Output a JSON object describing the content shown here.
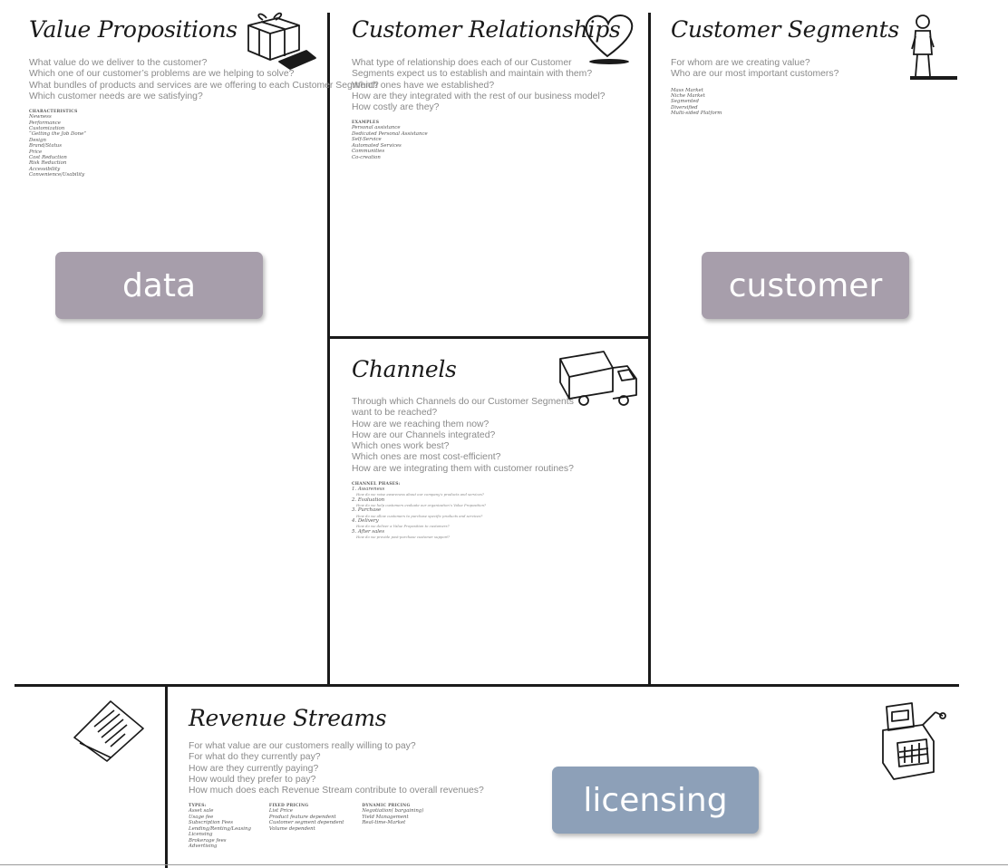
{
  "value_propositions": {
    "title": "Value Propositions",
    "questions": [
      "What value do we deliver to the customer?",
      "Which one of our customer’s problems are we helping to solve?",
      "What bundles of products and services are we offering to each Customer Segment?",
      "Which customer needs are we satisfying?"
    ],
    "list_header": "CHARACTERISTICS",
    "items": [
      "Newness",
      "Performance",
      "Customization",
      "“Getting the Job Done”",
      "Design",
      "Brand/Status",
      "Price",
      "Cost Reduction",
      "Risk Reduction",
      "Accessibility",
      "Convenience/Usability"
    ]
  },
  "customer_relationships": {
    "title": "Customer Relationships",
    "questions": [
      "What type of relationship does each of our Customer",
      "Segments expect us to establish and maintain with them?",
      "Which ones have we established?",
      "How are they integrated with the rest of our business model?",
      "How costly are they?"
    ],
    "list_header": "EXAMPLES",
    "items": [
      "Personal assistance",
      "Dedicated Personal Assistance",
      "Self-Service",
      "Automated Services",
      "Communities",
      "Co-creation"
    ]
  },
  "customer_segments": {
    "title": "Customer Segments",
    "questions": [
      "For whom are we creating value?",
      "Who are our most important customers?"
    ],
    "items": [
      "Mass Market",
      "Niche Market",
      "Segmented",
      "Diversified",
      "Multi-sided Platform"
    ]
  },
  "channels": {
    "title": "Channels",
    "questions": [
      "Through which Channels do our Customer Segments",
      "want to be reached?",
      "How are we reaching them now?",
      "How are our Channels integrated?",
      "Which ones work best?",
      "Which ones are most cost-efficient?",
      "How are we integrating them with customer routines?"
    ],
    "list_header": "CHANNEL PHASES:",
    "phases": [
      {
        "label": "1. Awareness",
        "desc": "How do we raise awareness about our company’s products and services?"
      },
      {
        "label": "2. Evaluation",
        "desc": "How do we help customers evaluate our organization’s Value Proposition?"
      },
      {
        "label": "3. Purchase",
        "desc": "How do we allow customers to purchase specific products and services?"
      },
      {
        "label": "4. Delivery",
        "desc": "How do we deliver a Value Proposition to customers?"
      },
      {
        "label": "5. After sales",
        "desc": "How do we provide post-purchase customer support?"
      }
    ]
  },
  "revenue_streams": {
    "title": "Revenue Streams",
    "questions": [
      "For what value are our customers really willing to pay?",
      "For what do they currently pay?",
      "How are they currently paying?",
      "How would they prefer to pay?",
      "How much does each Revenue Stream contribute to overall revenues?"
    ],
    "columns": [
      {
        "header": "TYPES:",
        "items": [
          "Asset sale",
          "Usage fee",
          "Subscription Fees",
          "Lending/Renting/Leasing",
          "Licensing",
          "Brokerage fees",
          "Advertising"
        ]
      },
      {
        "header": "FIXED PRICING",
        "items": [
          "List Price",
          "Product feature dependent",
          "Customer segment dependent",
          "Volume dependent"
        ]
      },
      {
        "header": "DYNAMIC PRICING",
        "items": [
          "Negotiation( bargaining)",
          "Yield Management",
          "Real-time-Market"
        ]
      }
    ]
  },
  "overlays": {
    "data": "data",
    "customer": "customer",
    "licensing": "licensing"
  },
  "icons": {
    "vp": "gift-icon",
    "cr": "heart-icon",
    "cs": "person-icon",
    "ch": "truck-icon",
    "rs_left": "document-icon",
    "rs_right": "cash-register-icon"
  },
  "colors": {
    "overlay_purple": "#a79eab",
    "overlay_blue": "#8da0b8",
    "lines": "#1a1a1a",
    "question_text": "#8a8a8a"
  }
}
